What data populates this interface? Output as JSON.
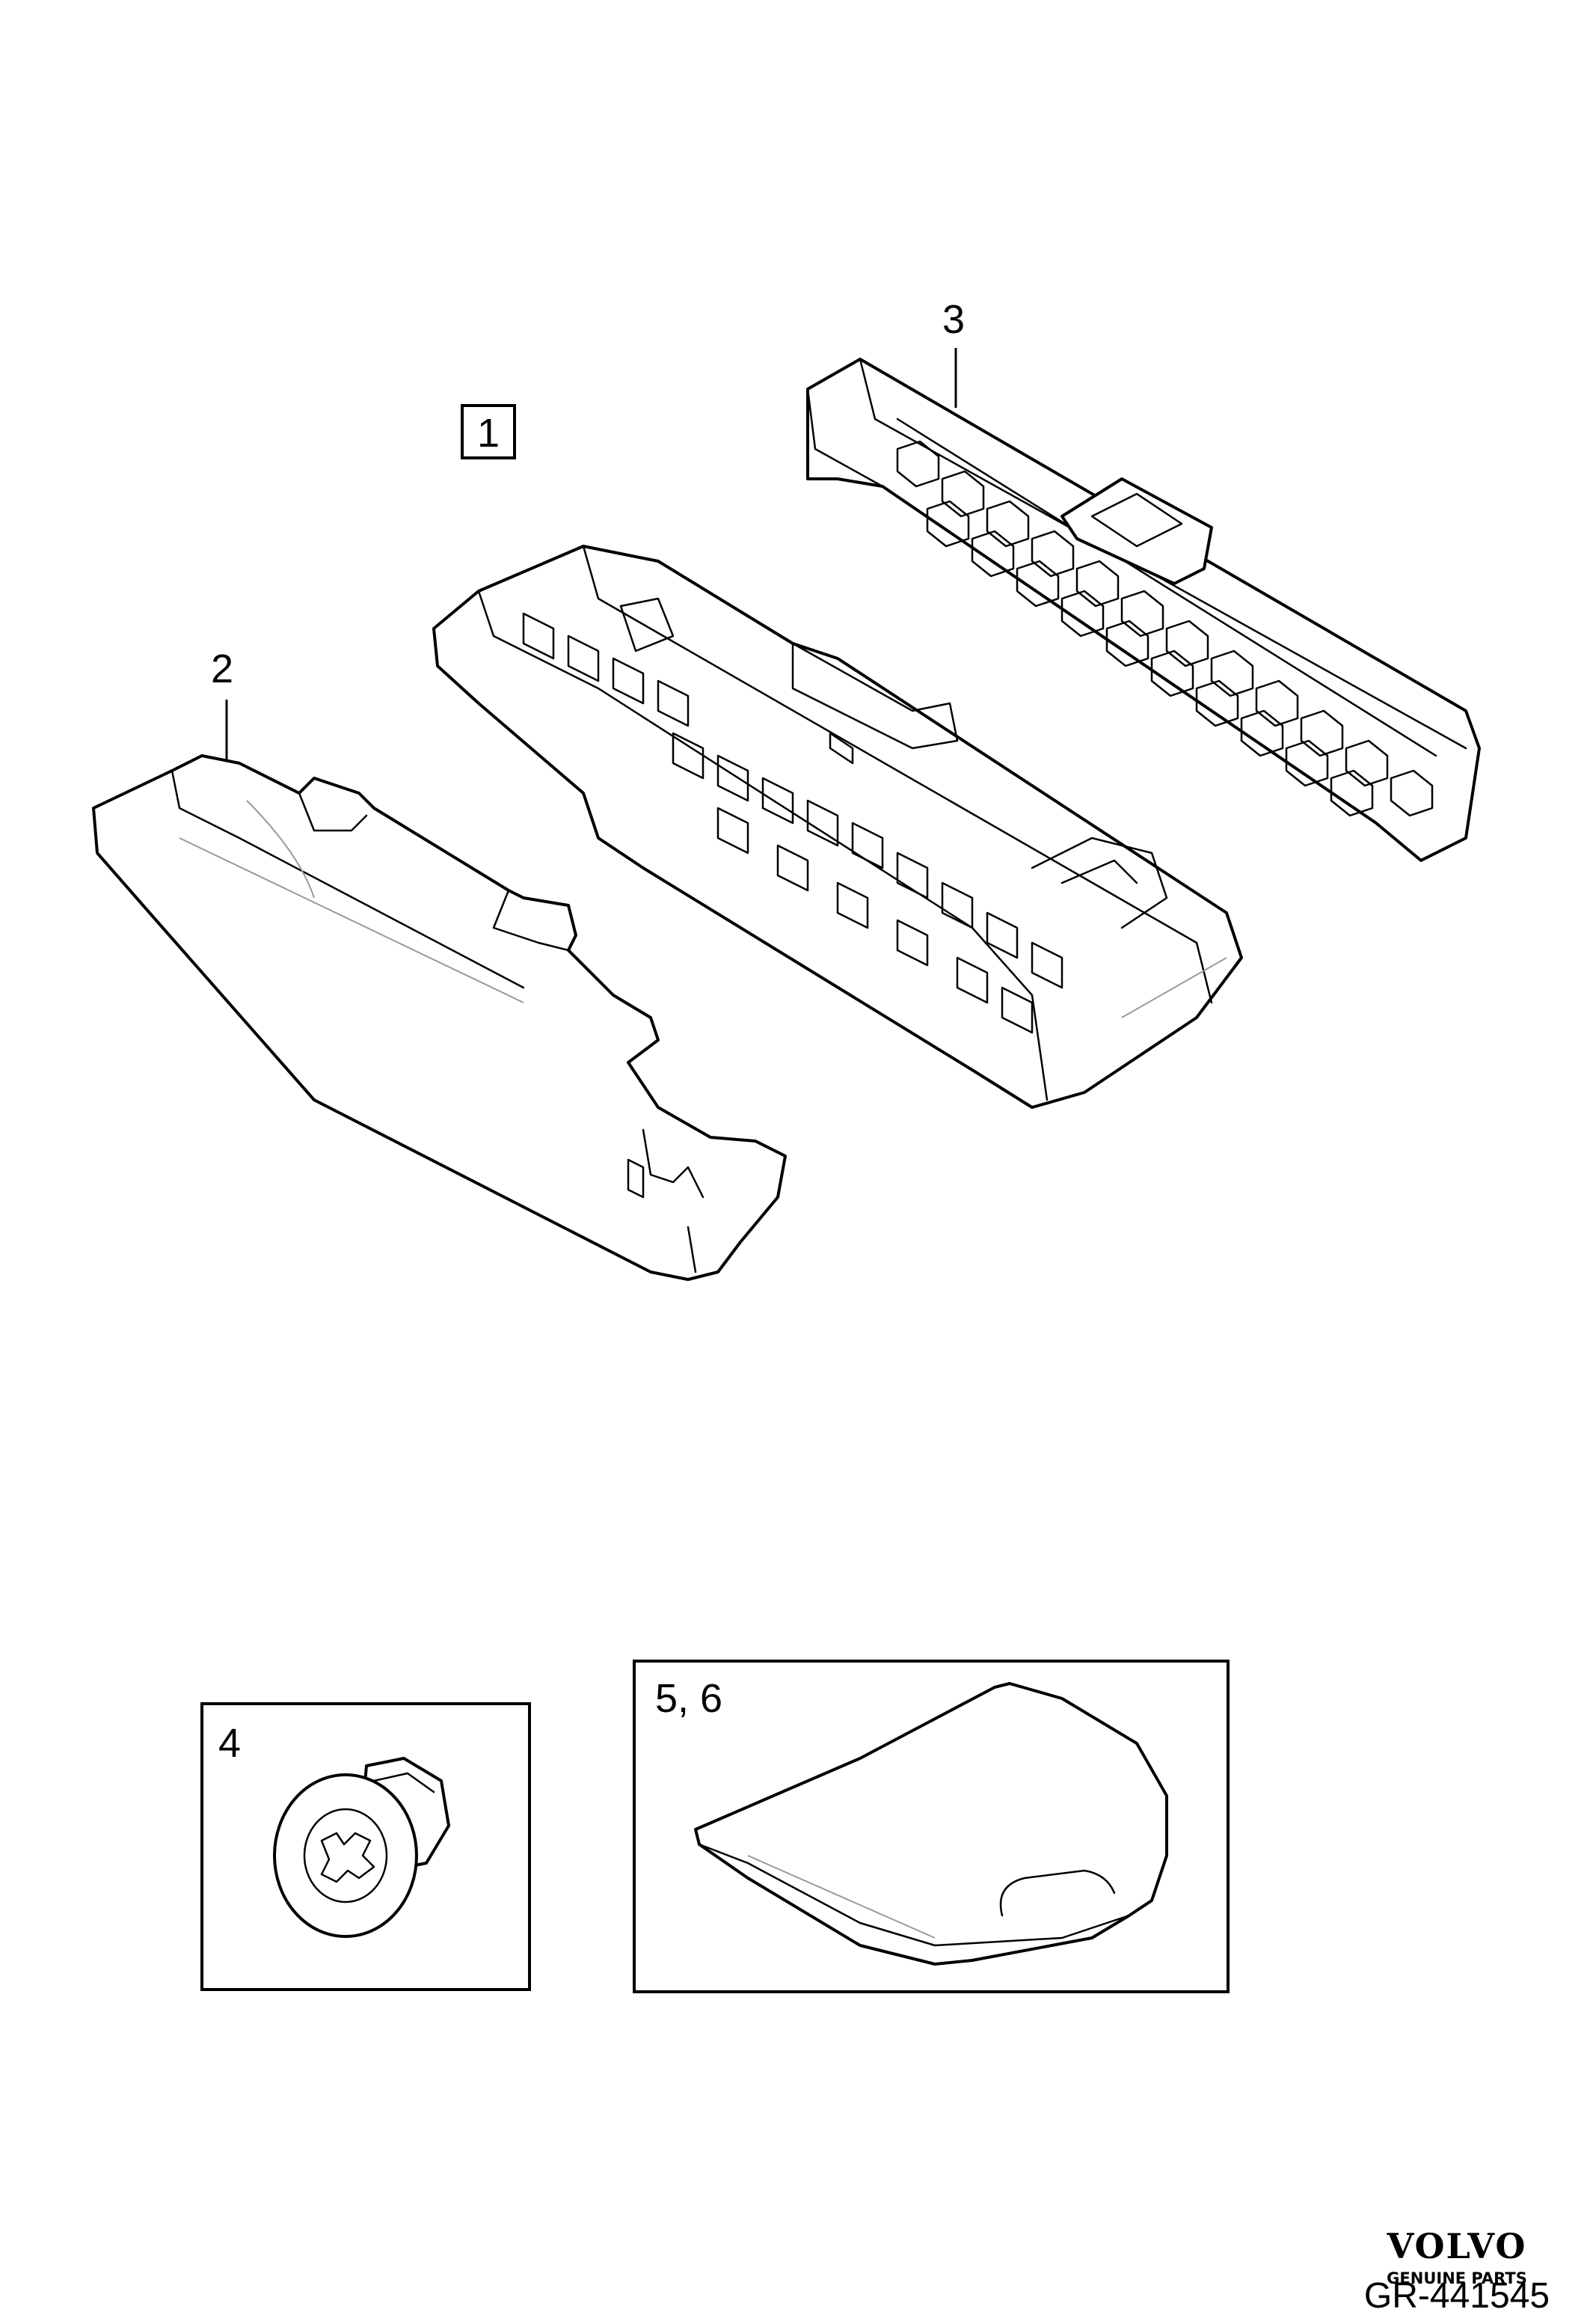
{
  "callouts": {
    "part_1": "1",
    "part_2": "2",
    "part_3": "3",
    "part_4": "4",
    "part_5_6": "5, 6"
  },
  "brand": {
    "name": "VOLVO",
    "tagline": "GENUINE PARTS"
  },
  "reference": "GR-441545"
}
